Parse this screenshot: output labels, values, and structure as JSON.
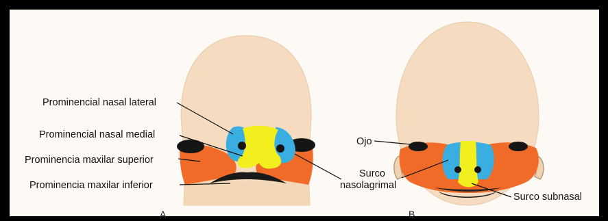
{
  "figure": {
    "panels": [
      {
        "letter": "A"
      },
      {
        "letter": "B"
      }
    ],
    "labels_a": {
      "nasal_lateral": "Prominencial nasal lateral",
      "nasal_medial": "Prominencial nasal medial",
      "maxilar_superior": "Prominencia maxilar superior",
      "maxilar_inferior": "Prominencia maxilar inferior"
    },
    "labels_b": {
      "ojo": "Ojo",
      "surco_line1": "Surco",
      "surco_line2": "nasolagrimal",
      "surco_subnasal": "Surco subnasal"
    },
    "colors": {
      "skin": "#f5dcc0",
      "nasal_lateral": "#3aaee0",
      "nasal_medial": "#f3ee1e",
      "maxilar": "#f06a28",
      "eye": "#111111"
    }
  }
}
